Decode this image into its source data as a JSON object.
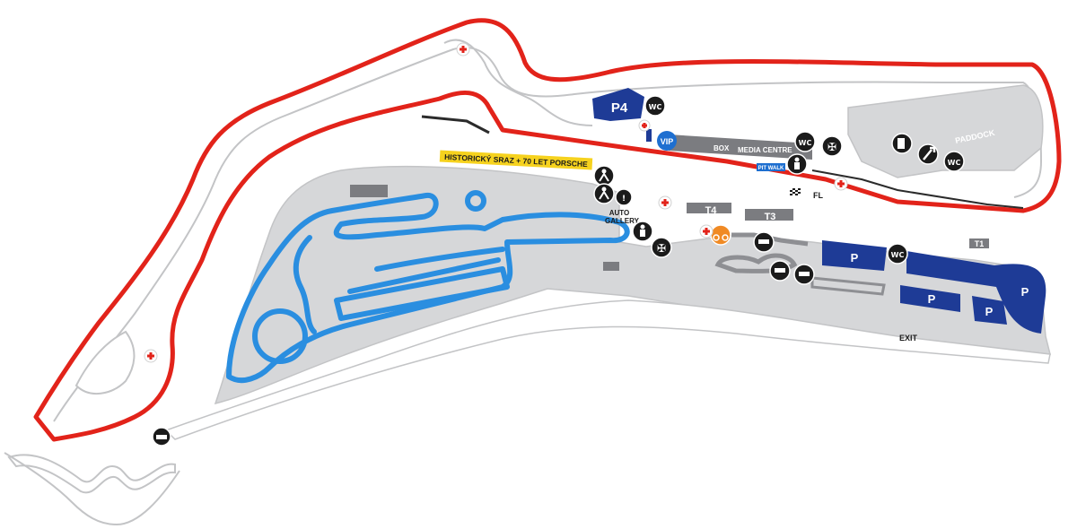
{
  "map": {
    "colors": {
      "track_red": "#e2231a",
      "track_white": "#ffffff",
      "tarmac": "#d6d7d9",
      "road_edge": "#c3c4c6",
      "parking_blue": "#1e3b96",
      "polygon_blue": "#2a8ee0",
      "banner_yellow": "#f6d21e",
      "poi_dark": "#1b1b1b",
      "bike_orange": "#f08a24"
    },
    "labels": {
      "historic_banner": "HISTORICKÝ SRAZ + 70 LET PORSCHE",
      "auto_gallery_line1": "AUTO",
      "auto_gallery_line2": "GALLERY",
      "paddock": "PADDOCK",
      "box": "BOX",
      "media_centre": "MEDIA CENTRE",
      "pit_walk": "PIT WALK",
      "vip": "VIP",
      "fl": "FL",
      "t4": "T4",
      "t3": "T3",
      "t1": "T1",
      "exit": "EXIT",
      "p4": "P4",
      "parking": [
        "P",
        "P",
        "P",
        "P"
      ],
      "wc": [
        "WC",
        "WC",
        "WC",
        "WC"
      ]
    },
    "icons": [
      "first-aid-icon",
      "wc-icon",
      "restaurant-icon",
      "fuel-icon",
      "service-wrench-icon",
      "info-person-icon",
      "spectator-icon",
      "go-kart-icon",
      "bicycle-icon",
      "checkered-flag-icon",
      "car-icon"
    ]
  }
}
